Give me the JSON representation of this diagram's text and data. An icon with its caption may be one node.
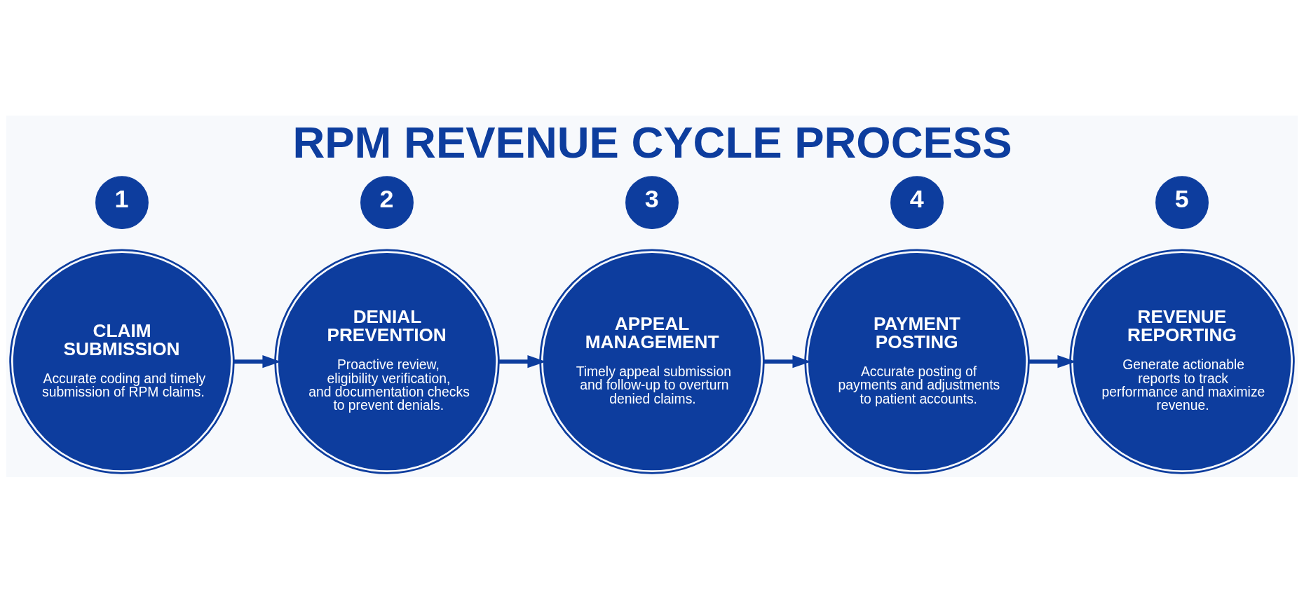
{
  "diagram": {
    "title": "RPM REVENUE CYCLE PROCESS",
    "nodes": [
      {
        "text": [
          "1"
        ]
      },
      {
        "text": [
          "CLAIM SUBMISSION",
          "Accurate coding and timely submission of RPM claims."
        ]
      },
      {
        "text": [
          "2"
        ]
      },
      {
        "text": [
          "DENIAL PREVENTION",
          "Proactive review, eligibility verification, and documentation checks to prevent denials."
        ]
      },
      {
        "text": [
          "3"
        ]
      },
      {
        "text": [
          "APPEAL MANAGEMENT",
          "Timely appeal submission and follow-up to overturn denied claims."
        ]
      },
      {
        "text": [
          "4"
        ]
      },
      {
        "text": [
          "PAYMENT POSTING",
          "Accurate posting of payments and adjustments to patient accounts."
        ]
      },
      {
        "text": [
          "5"
        ]
      },
      {
        "text": [
          "REVENUE REPORTING",
          "Generate actionable reports to track performance and maximize revenue."
        ]
      }
    ],
    "edges": [
      {
        "from": 1,
        "to": 3,
        "arrow": "to"
      },
      {
        "from": 3,
        "to": 5,
        "arrow": "to"
      },
      {
        "from": 5,
        "to": 7,
        "arrow": "to"
      },
      {
        "from": 7,
        "to": 9,
        "arrow": "to"
      }
    ]
  }
}
